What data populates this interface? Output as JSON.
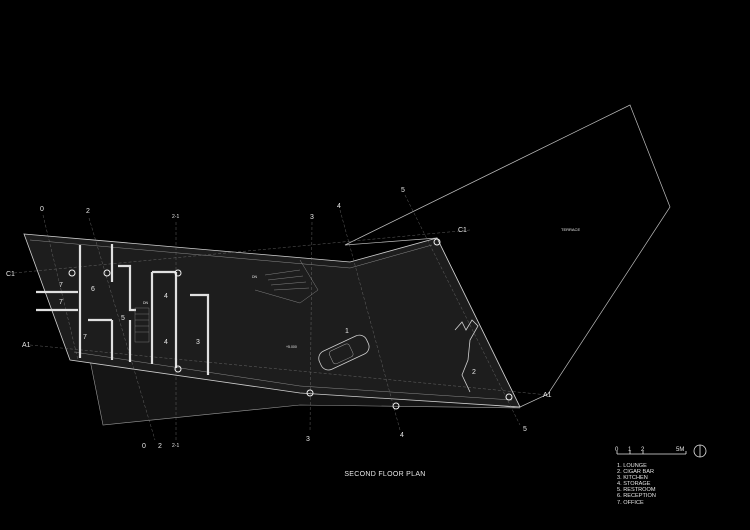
{
  "plan": {
    "title": "SECOND FLOOR PLAN",
    "terrace_label": "TERRACE",
    "level_label": "+5.000",
    "stair_label_1": "DN",
    "stair_label_2": "DN"
  },
  "grid_labels": {
    "top_0": "0",
    "top_2": "2",
    "top_2_1": "2-1",
    "top_3": "3",
    "top_4": "4",
    "top_5": "5",
    "bottom_0": "0",
    "bottom_2": "2",
    "bottom_2_1": "2-1",
    "bottom_3": "3",
    "bottom_4": "4",
    "bottom_5": "5",
    "left_c1": "C1",
    "left_a1": "A1",
    "right_c1": "C1",
    "right_a1": "A1"
  },
  "room_numbers": {
    "r1": "1",
    "r2": "2",
    "r3": "3",
    "r4a": "4",
    "r4b": "4",
    "r5": "5",
    "r6": "6",
    "r7a": "7",
    "r7b": "7",
    "r7c": "7"
  },
  "scale_bar": {
    "t0": "0",
    "t1": "1",
    "t2": "2",
    "t5": "5M"
  },
  "legend": [
    "1. LOUNGE",
    "2. CIGAR BAR",
    "3. KITCHEN",
    "4. STORAGE",
    "5. RESTROOM",
    "6. RECEPTION",
    "7. OFFICE"
  ]
}
